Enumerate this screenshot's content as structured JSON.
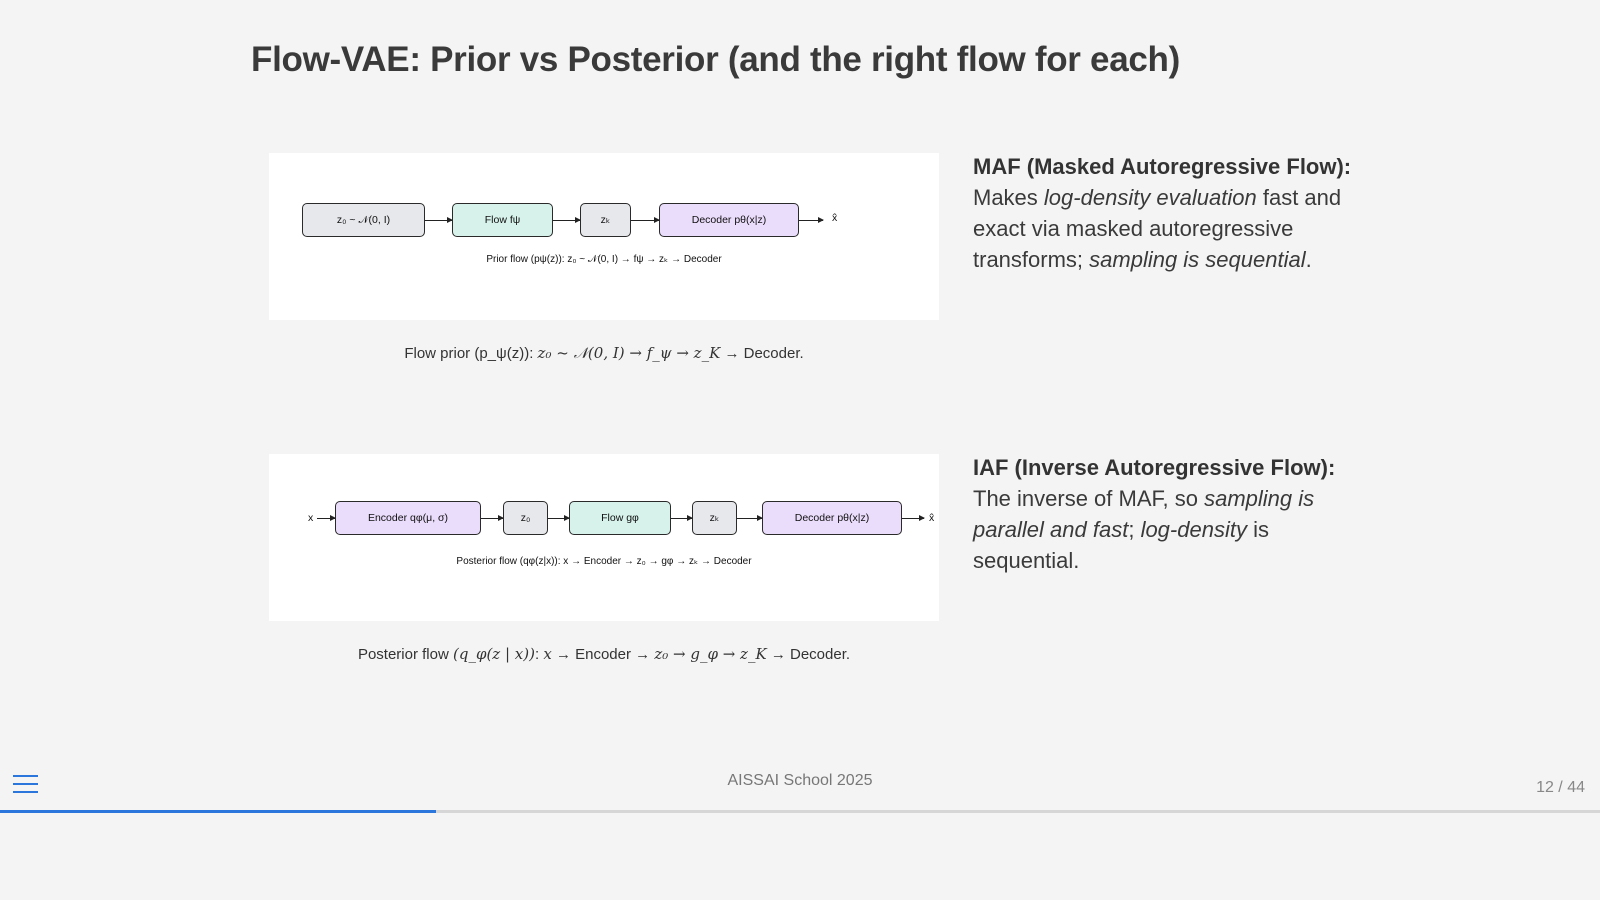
{
  "slide": {
    "title": "Flow-VAE: Prior vs Posterior (and the right flow for each)"
  },
  "figure_prior": {
    "nodes": [
      "z₀ ~ 𝒩(0, I)",
      "Flow fψ",
      "zₖ",
      "Decoder pθ(x|z)"
    ],
    "output": "x̂",
    "note": "Prior flow (pψ(z)): z₀ ~ 𝒩(0, I) → fψ → zₖ → Decoder",
    "colors": {
      "gray": "#e7e8ec",
      "green": "#d6f2ea",
      "purple": "#eadcfb"
    }
  },
  "caption_prior": {
    "prefix": "Flow prior (p_ψ(z)): ",
    "math": "z₀ ~ 𝒩(0, I) → f_ψ → z_K",
    "suffix": " → Decoder."
  },
  "figure_posterior": {
    "input": "x",
    "nodes": [
      "Encoder qφ(μ, σ)",
      "z₀",
      "Flow gφ",
      "zₖ",
      "Decoder pθ(x|z)"
    ],
    "output": "x̂",
    "note": "Posterior flow (qφ(z|x)): x → Encoder → z₀ → gφ → zₖ → Decoder"
  },
  "caption_posterior": {
    "prefix": "Posterior flow ",
    "math1": "(q_φ(z | x))",
    "mid1": ": ",
    "math2": "x",
    "mid2": " → Encoder → ",
    "math3": "z₀ → g_φ → z_K",
    "suffix": " → Decoder."
  },
  "maf": {
    "heading": "MAF (Masked Autoregressive Flow):",
    "t1": "Makes ",
    "i1": "log-density evaluation",
    "t2": " fast and exact via masked autoregressive transforms; ",
    "i2": "sampling is sequential",
    "t3": "."
  },
  "iaf": {
    "heading": "IAF (Inverse Autoregressive Flow):",
    "t1": " The inverse of MAF, so ",
    "i1": "sampling is parallel and fast",
    "t2": "; ",
    "i2": "log-density",
    "t3": " is sequential."
  },
  "footer": {
    "text": "AISSAI School 2025",
    "page": "12 / 44",
    "progress_fraction": 0.2727,
    "accent": "#2a76dd"
  }
}
